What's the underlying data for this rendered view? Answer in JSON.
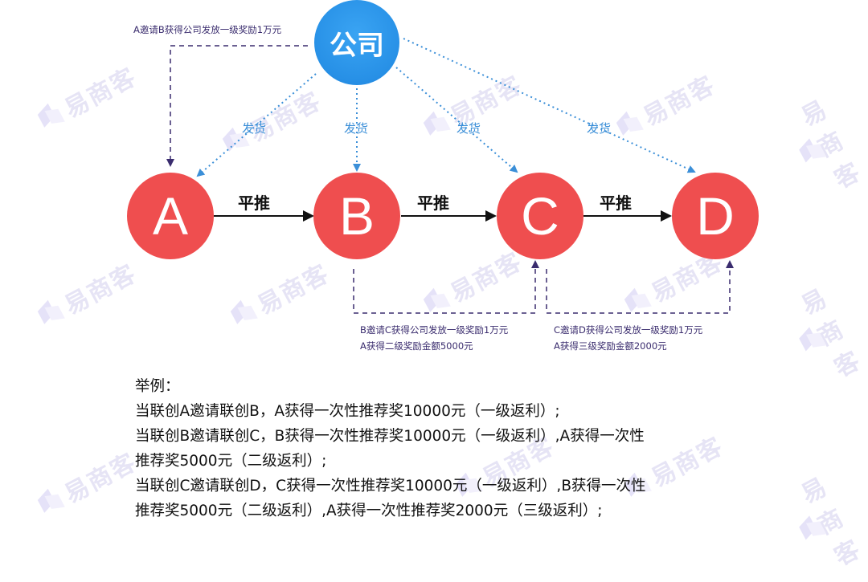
{
  "watermark": {
    "text": "易商客"
  },
  "nodes": {
    "company": "公司",
    "a": "A",
    "b": "B",
    "c": "C",
    "d": "D"
  },
  "edges": {
    "push_ab": "平推",
    "push_bc": "平推",
    "push_cd": "平推"
  },
  "shipping": {
    "to_a": "发货",
    "to_b": "发货",
    "to_c": "发货",
    "to_d": "发货"
  },
  "notes": {
    "top": "A邀请B获得公司发放一级奖励1万元",
    "bc_line1": "B邀请C获得公司发放一级奖励1万元",
    "bc_line2": "A获得二级奖励金额5000元",
    "cd_line1": "C邀请D获得公司发放一级奖励1万元",
    "cd_line2": "A获得三级奖励金额2000元"
  },
  "example": {
    "heading": "举例：",
    "lines": [
      "当联创A邀请联创B，A获得一次性推荐奖10000元（一级返利）;",
      "当联创B邀请联创C，B获得一次性推荐奖10000元（一级返利）,A获得一次性",
      "推荐奖5000元（二级返利）;",
      "当联创C邀请联创D，C获得一次性推荐奖10000元（一级返利）,B获得一次性",
      "推荐奖5000元（二级返利）,A获得一次性推荐奖2000元（三级返利）;"
    ]
  },
  "colors": {
    "node_red": "#ef4e4f",
    "company_blue": "#2790e6",
    "ship_line": "#3b8fd8",
    "reward_line": "#3a2c6e"
  }
}
